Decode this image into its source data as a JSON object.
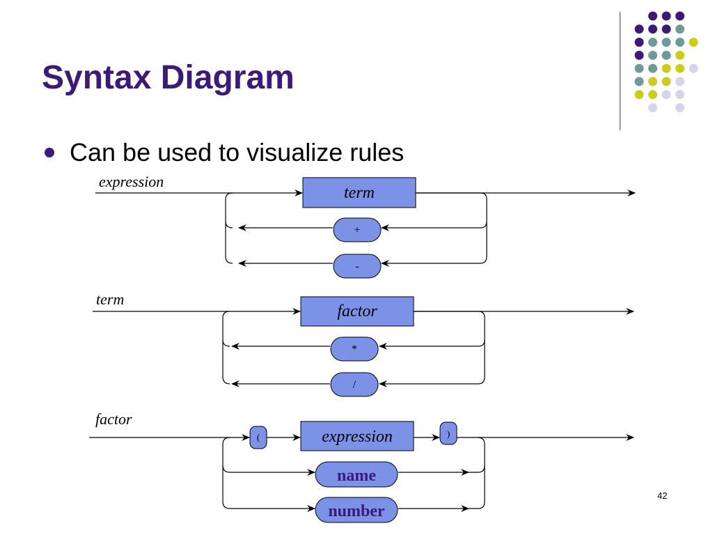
{
  "slide": {
    "title": "Syntax Diagram",
    "bullet": "Can be used to visualize rules",
    "page_number": "42"
  },
  "colors": {
    "title": "#3b1a78",
    "box_fill": "#7b92e6",
    "dot_purple": "#3b1a78",
    "dot_teal": "#6f9a9a",
    "dot_yellow": "#cccc1a",
    "dot_lavender": "#d4d4ea"
  },
  "diagrams": {
    "expression": {
      "label": "expression",
      "box": "term",
      "ops": [
        "+",
        "-"
      ]
    },
    "term": {
      "label": "term",
      "box": "factor",
      "ops": [
        "*",
        "/"
      ]
    },
    "factor": {
      "label": "factor",
      "open": "(",
      "box": "expression",
      "close": ")",
      "alt1": "name",
      "alt2": "number"
    }
  }
}
